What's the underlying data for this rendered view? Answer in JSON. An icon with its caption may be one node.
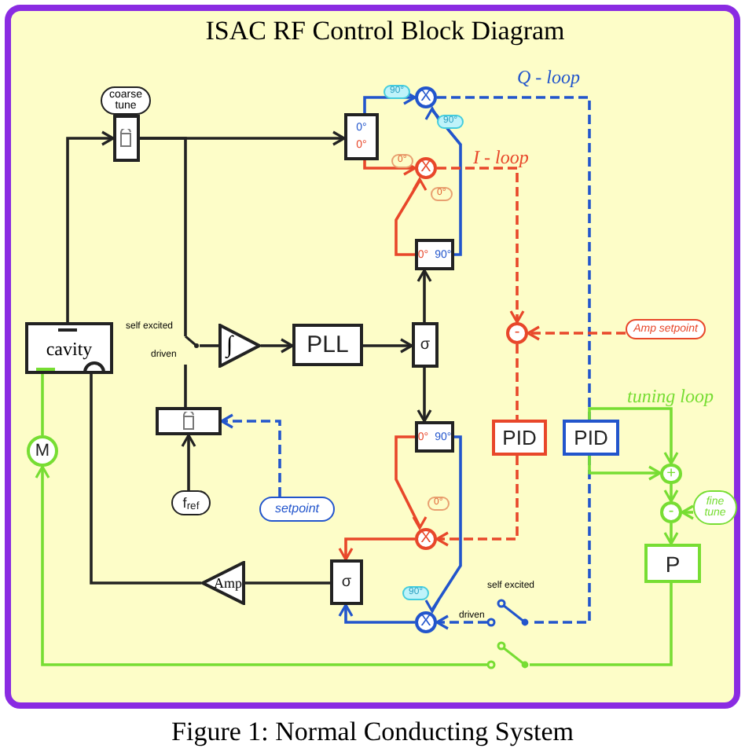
{
  "diagram": {
    "title": "ISAC RF Control Block Diagram",
    "caption": "Figure 1: Normal Conducting System",
    "nodes": [
      {
        "text": [
          "coarse tune"
        ]
      },
      {
        "text": [
          "cavity"
        ]
      },
      {
        "text": [
          "∫"
        ]
      },
      {
        "text": [
          "PLL"
        ]
      },
      {
        "text": [
          "σ"
        ]
      },
      {
        "text": [
          "0°",
          "90°"
        ]
      },
      {
        "text": [
          "0°",
          "90°"
        ]
      },
      {
        "text": [
          "0°",
          "0°"
        ]
      },
      {
        "text": [
          "X"
        ]
      },
      {
        "text": [
          "X"
        ]
      },
      {
        "text": [
          "-"
        ]
      },
      {
        "text": [
          "PID"
        ]
      },
      {
        "text": [
          "PID"
        ]
      },
      {
        "text": [
          "+"
        ]
      },
      {
        "text": [
          "-"
        ]
      },
      {
        "text": [
          "P"
        ]
      },
      {
        "text": [
          "X"
        ]
      },
      {
        "text": [
          "X"
        ]
      },
      {
        "text": [
          "σ"
        ]
      },
      {
        "text": [
          "Amp"
        ]
      },
      {
        "text": [
          "M"
        ]
      },
      {
        "text": [],
        "shape": "box"
      },
      {
        "text": [
          "f$_{ref}$"
        ]
      },
      {
        "text": [
          "setpoint"
        ]
      },
      {
        "text": [
          "Amp setpoint"
        ]
      },
      {
        "text": [
          "fine tune"
        ]
      },
      {
        "text": [],
        "shape": "switch",
        "beside": [
          "self excited",
          "driven"
        ]
      },
      {
        "text": [],
        "shape": "switch",
        "beside": [
          "self excited",
          "driven"
        ]
      },
      {
        "text": [],
        "shape": "switch"
      }
    ],
    "edges": [
      {
        "from": 1,
        "to": 0,
        "arrow": "to"
      },
      {
        "from": 0,
        "to": 7,
        "arrow": "to"
      },
      {
        "from": 0,
        "to": 26,
        "arrow": "none"
      },
      {
        "from": 26,
        "to": 2,
        "arrow": "none"
      },
      {
        "from": 2,
        "to": 3,
        "arrow": "to"
      },
      {
        "from": 3,
        "to": 4,
        "arrow": "to"
      },
      {
        "from": 4,
        "to": 5,
        "arrow": "to"
      },
      {
        "from": 4,
        "to": 6,
        "arrow": "to"
      },
      {
        "from": 7,
        "to": 8,
        "arrow": "to",
        "color": "#2255cc"
      },
      {
        "from": 7,
        "to": 9,
        "arrow": "to",
        "color": "#e8472a"
      },
      {
        "from": 5,
        "to": 9,
        "arrow": "to",
        "color": "#e8472a"
      },
      {
        "from": 5,
        "to": 8,
        "arrow": "to",
        "color": "#2255cc"
      },
      {
        "from": 8,
        "to": 12,
        "arrow": "none",
        "style": "dashed",
        "color": "#2255cc",
        "label": "Q - loop"
      },
      {
        "from": 9,
        "to": 10,
        "arrow": "to",
        "style": "dashed",
        "color": "#e8472a",
        "label": "I - loop"
      },
      {
        "from": 24,
        "to": 10,
        "arrow": "to",
        "style": "dashed",
        "color": "#e8472a"
      },
      {
        "from": 10,
        "to": 11,
        "arrow": "none",
        "style": "dashed",
        "color": "#e8472a"
      },
      {
        "from": 11,
        "to": 16,
        "arrow": "to",
        "style": "dashed",
        "color": "#e8472a"
      },
      {
        "from": 6,
        "to": 16,
        "arrow": "to",
        "color": "#e8472a"
      },
      {
        "from": 6,
        "to": 17,
        "arrow": "to",
        "color": "#2255cc"
      },
      {
        "from": 16,
        "to": 18,
        "arrow": "to",
        "color": "#e8472a"
      },
      {
        "from": 17,
        "to": 18,
        "arrow": "to",
        "color": "#2255cc"
      },
      {
        "from": 18,
        "to": 19,
        "arrow": "none"
      },
      {
        "from": 19,
        "to": 1,
        "arrow": "none"
      },
      {
        "from": 12,
        "to": 27,
        "arrow": "none",
        "style": "dashed",
        "color": "#2255cc"
      },
      {
        "from": 27,
        "to": 17,
        "arrow": "to",
        "style": "dashed",
        "color": "#2255cc"
      },
      {
        "from": 12,
        "to": 13,
        "arrow": "to",
        "color": "#77dd33",
        "label": "tuning loop"
      },
      {
        "from": 12,
        "to": 13,
        "arrow": "to",
        "color": "#77dd33"
      },
      {
        "from": 13,
        "to": 14,
        "arrow": "to",
        "color": "#77dd33"
      },
      {
        "from": 25,
        "to": 14,
        "arrow": "to",
        "color": "#77dd33"
      },
      {
        "from": 14,
        "to": 15,
        "arrow": "to",
        "color": "#77dd33"
      },
      {
        "from": 15,
        "to": 28,
        "arrow": "none",
        "color": "#77dd33"
      },
      {
        "from": 28,
        "to": 20,
        "arrow": "to",
        "color": "#77dd33"
      },
      {
        "from": 20,
        "to": 1,
        "arrow": "none",
        "color": "#77dd33"
      },
      {
        "from": 22,
        "to": 21,
        "arrow": "to"
      },
      {
        "from": 23,
        "to": 21,
        "arrow": "to",
        "style": "dashed",
        "color": "#2255cc"
      },
      {
        "from": 21,
        "to": 26,
        "arrow": "none"
      }
    ],
    "labels": [
      "90°",
      "90°",
      "0°",
      "0°",
      "0°",
      "90°"
    ]
  }
}
